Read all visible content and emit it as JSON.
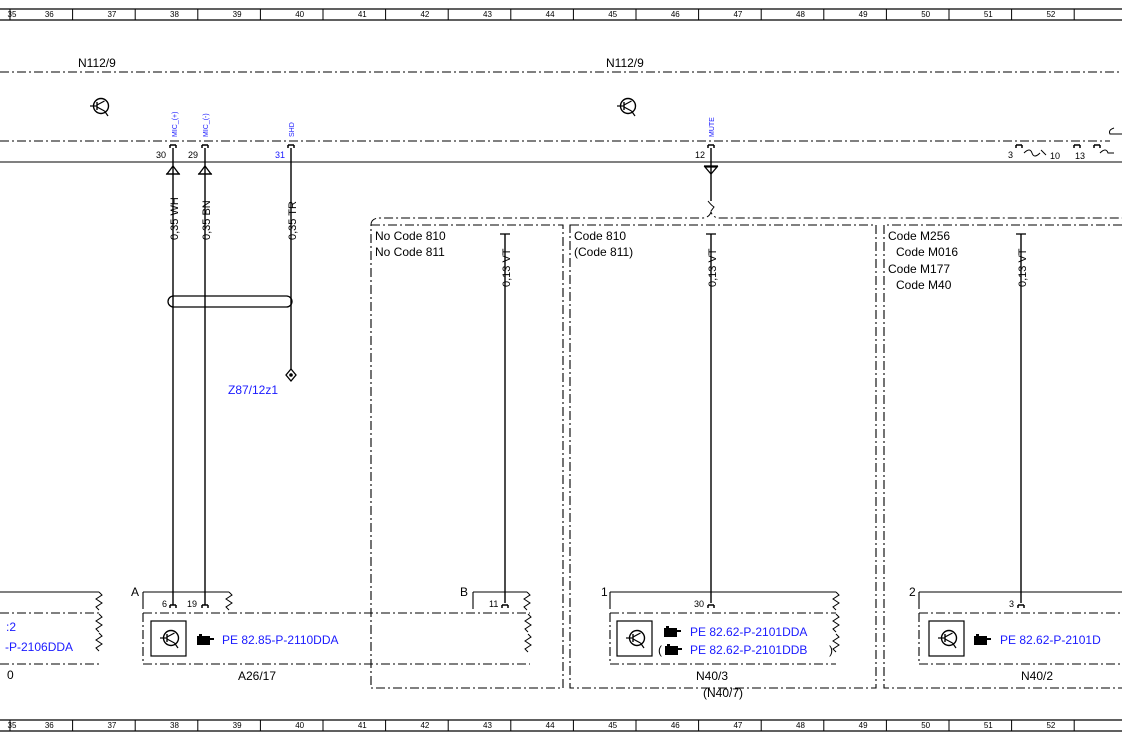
{
  "ruler": {
    "numbers": [
      "35",
      "36",
      "37",
      "38",
      "39",
      "40",
      "41",
      "42",
      "43",
      "44",
      "45",
      "46",
      "47",
      "48",
      "49",
      "50",
      "51",
      "52"
    ]
  },
  "modules": {
    "left_label": "N112/9",
    "right_label": "N112/9"
  },
  "top_pins": [
    {
      "num": "30",
      "tag": "MIC_(+)",
      "wire": "0,35 WH"
    },
    {
      "num": "29",
      "tag": "MIC_(-)",
      "wire": "0,35 BN"
    },
    {
      "num": "31",
      "tag": "SHD",
      "wire": "0,35 TR"
    },
    {
      "num": "12",
      "tag": "MUTE"
    },
    {
      "num": "3"
    },
    {
      "num": "10"
    },
    {
      "num": "13"
    }
  ],
  "ground": {
    "label": "Z87/12z1"
  },
  "sections": [
    {
      "lines": [
        "No Code 810",
        "No Code 811"
      ],
      "wire": "0,13 VT"
    },
    {
      "lines": [
        "Code 810",
        "(Code 811)"
      ],
      "wire": "0,13 VT"
    },
    {
      "lines": [
        "Code M256",
        "Code M016",
        "Code M177",
        "Code M40"
      ],
      "wire": "0,13 VT"
    }
  ],
  "connectors": {
    "a": {
      "letter": "A",
      "pins": [
        "6",
        "19"
      ]
    },
    "b": {
      "letter": "B",
      "pin": "11"
    },
    "c1": {
      "letter": "1",
      "pin": "30"
    },
    "c2": {
      "letter": "2",
      "pin": "3"
    }
  },
  "components": {
    "left_partial": {
      "code_prefix": ":2",
      "ref": "-P-2106DDA",
      "name_suffix": "0"
    },
    "a26": {
      "ref": "PE 82.85-P-2110DDA",
      "name": "A26/17"
    },
    "n40_3": {
      "ref1": "PE 82.62-P-2101DDA",
      "ref2": "PE 82.62-P-2101DDB",
      "name": "N40/3",
      "alt_name": "(N40/7)"
    },
    "n40_2": {
      "ref": "PE 82.62-P-2101D",
      "name": "N40/2"
    }
  },
  "colors": {
    "line": "#000000",
    "link": "#1a1aff"
  }
}
